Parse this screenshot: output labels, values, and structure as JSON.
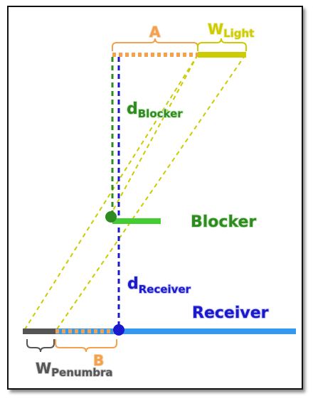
{
  "labels": {
    "a": "A",
    "w_light_main": "W",
    "w_light_sub": "Light",
    "d_blocker_main": "d",
    "d_blocker_sub": "Blocker",
    "blocker": "Blocker",
    "d_receiver_main": "d",
    "d_receiver_sub": "Receiver",
    "receiver": "Receiver",
    "b": "B",
    "w_penumbra_main": "W",
    "w_penumbra_sub": "Penumbra"
  },
  "colors": {
    "orange": "#f5a04a",
    "yellow": "#cccc00",
    "green": "#2e8b1f",
    "bright_green": "#44cc33",
    "blue": "#1a1acc",
    "light_blue": "#3399ee",
    "gray": "#555555",
    "frame": "#111111"
  }
}
